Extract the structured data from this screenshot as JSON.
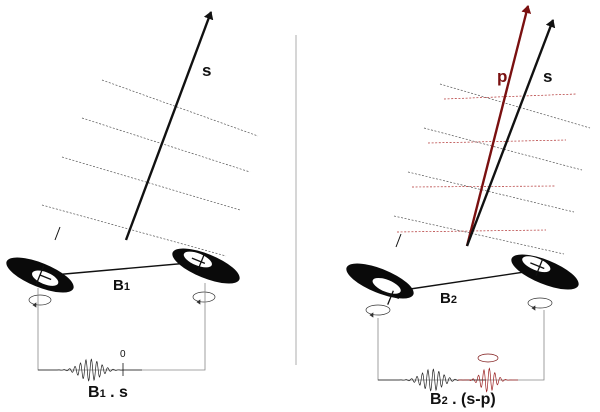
{
  "left_panel": {
    "vector_label": "s",
    "baseline_label": {
      "main": "B",
      "sub": "1"
    },
    "zero_label": "0",
    "caption": {
      "main": "B",
      "sub": "1",
      "rest": " . s"
    }
  },
  "right_panel": {
    "vector_s_label": "s",
    "vector_p_label": "p",
    "baseline_label": {
      "main": "B",
      "sub": "2"
    },
    "caption": {
      "main": "B",
      "sub": "2",
      "rest": " . (s-p)"
    }
  },
  "colors": {
    "ink": "#111111",
    "p_vector": "#7a1010",
    "wavefront_black": "#555555",
    "wavefront_red": "#b03030",
    "divider": "#999999"
  },
  "icons": [
    "arrowhead-icon",
    "dish-antenna-icon",
    "rotation-arrow-icon",
    "fringe-waveform-icon"
  ]
}
